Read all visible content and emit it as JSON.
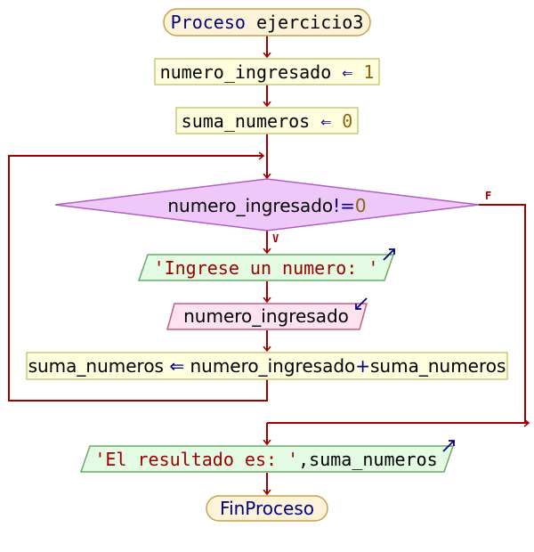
{
  "flowchart": {
    "start": {
      "keyword": "Proceso",
      "name": "ejercicio3"
    },
    "assign1": {
      "var": "numero_ingresado",
      "arrow": "⇐",
      "value": "1"
    },
    "assign2": {
      "var": "suma_numeros",
      "arrow": "⇐",
      "value": "0"
    },
    "loop_condition": {
      "var": "numero_ingresado",
      "op": "!=",
      "value": "0",
      "true_label": "V",
      "false_label": "F"
    },
    "prompt_output": {
      "text": "'Ingrese un numero: '"
    },
    "read_input": {
      "text": "numero_ingresado"
    },
    "accumulate": {
      "var": "suma_numeros",
      "arrow": "⇐",
      "lhs": "numero_ingresado",
      "plus": "+",
      "rhs": "suma_numeros"
    },
    "result_output": {
      "text": "'El resultado es: '",
      "sep": ",",
      "var": "suma_numeros"
    },
    "end": {
      "keyword": "FinProceso"
    }
  },
  "colors": {
    "line": "#a00000",
    "keyword": "#000080",
    "string": "#a00000",
    "number": "#8b6508",
    "terminal_fill": "#fdf3d8",
    "terminal_stroke": "#c9a04a",
    "assign_fill": "#ffffe0",
    "assign_stroke": "#c8c87a",
    "decision_fill": "#eec8f8",
    "decision_stroke": "#b060c0",
    "output_fill": "#e3fbe3",
    "output_stroke": "#6aa86a",
    "input_fill": "#fde3f0",
    "input_stroke": "#c06080"
  }
}
